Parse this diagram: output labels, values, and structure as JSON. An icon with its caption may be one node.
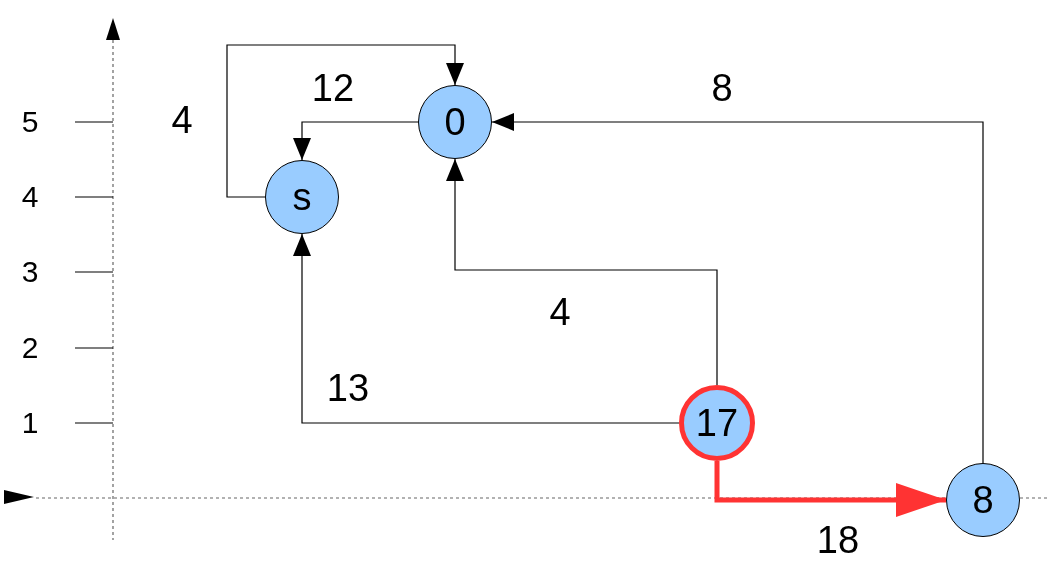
{
  "diagram": {
    "nodes": [
      {
        "text": [
          "0"
        ]
      },
      {
        "text": [
          "s"
        ]
      },
      {
        "text": [
          "17"
        ]
      },
      {
        "text": [
          "8"
        ]
      }
    ],
    "edges": [
      {
        "from": 1,
        "to": 0,
        "arrow": "to",
        "label": "4"
      },
      {
        "from": 0,
        "to": 1,
        "arrow": "to",
        "label": "12"
      },
      {
        "from": 3,
        "to": 0,
        "arrow": "to",
        "label": "8"
      },
      {
        "from": 2,
        "to": 0,
        "arrow": "to",
        "label": "4"
      },
      {
        "from": 2,
        "to": 1,
        "arrow": "to",
        "label": "13"
      },
      {
        "from": 2,
        "to": 3,
        "arrow": "to",
        "label": "18",
        "style": "thick",
        "color": "#ff3333"
      }
    ],
    "labels": [
      "5",
      "4",
      "3",
      "2",
      "1"
    ]
  }
}
